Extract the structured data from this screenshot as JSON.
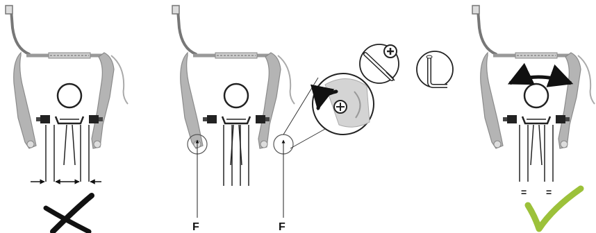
{
  "panels": [
    {
      "id": "panel-1",
      "status": "incorrect",
      "status_icon": "cross-icon"
    },
    {
      "id": "panel-2",
      "callout_labels": [
        "F",
        "F"
      ],
      "detail_icons": [
        "screwdriver-plus-icon",
        "hex-key-icon",
        "rotate-ccw-arrow-icon"
      ]
    },
    {
      "id": "panel-3",
      "status": "correct",
      "status_icon": "check-icon",
      "gap_marks": [
        "=",
        "="
      ],
      "motion_icon": "double-headed-arc-arrow-icon"
    }
  ],
  "labels": {
    "f_left": "F",
    "f_right": "F",
    "eq_left": "=",
    "eq_right": "="
  },
  "colors": {
    "arm": "#b4b4b4",
    "arm_stroke": "#8a8a8a",
    "line": "#222222",
    "check": "#9cc13a",
    "cross": "#111111"
  }
}
